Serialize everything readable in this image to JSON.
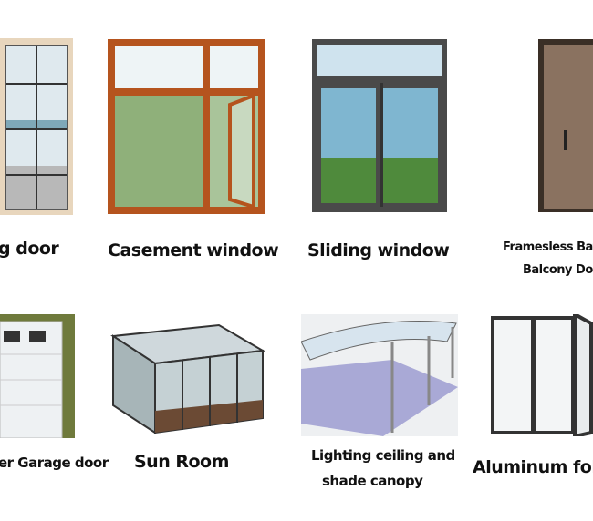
{
  "products": [
    {
      "label_lines": [
        "g door"
      ]
    },
    {
      "label_lines": [
        "Casement window"
      ]
    },
    {
      "label_lines": [
        "Sliding window"
      ]
    },
    {
      "label_lines": [
        "Framesless Bat",
        "Balcony Doo"
      ]
    },
    {
      "label_lines": [
        "er Garage door"
      ]
    },
    {
      "label_lines": [
        "Sun Room"
      ]
    },
    {
      "label_lines": [
        "Lighting ceiling and",
        "shade canopy"
      ]
    },
    {
      "label_lines": [
        "Aluminum fol"
      ]
    }
  ],
  "colors": {
    "wood_frame": "#b5541e",
    "grey_frame": "#4a4a4a",
    "cream_frame": "#e8d6bd",
    "glass": "#cfe3ee"
  }
}
